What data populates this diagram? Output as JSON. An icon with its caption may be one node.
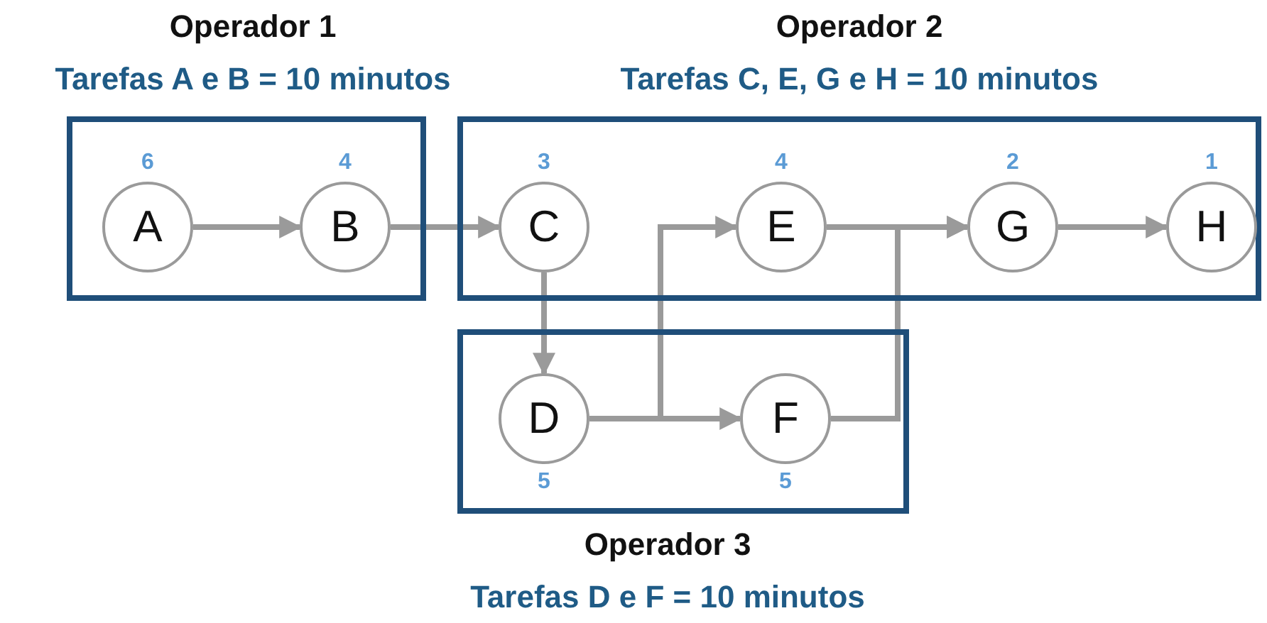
{
  "diagram": {
    "nodes": [
      {
        "text": [
          "Operador 1",
          "Tarefas A e B = 10 minutos"
        ]
      },
      {
        "text": [
          "A"
        ],
        "beside": [
          "6"
        ],
        "in": 0
      },
      {
        "text": [
          "B"
        ],
        "beside": [
          "4"
        ],
        "in": 0
      },
      {
        "text": [
          "Operador 2",
          "Tarefas C, E, G e H = 10 minutos"
        ]
      },
      {
        "text": [
          "C"
        ],
        "beside": [
          "3"
        ],
        "in": 3
      },
      {
        "text": [
          "E"
        ],
        "beside": [
          "4"
        ],
        "in": 3
      },
      {
        "text": [
          "G"
        ],
        "beside": [
          "2"
        ],
        "in": 3
      },
      {
        "text": [
          "H"
        ],
        "beside": [
          "1"
        ],
        "in": 3
      },
      {
        "text": [
          "Operador 3",
          "Tarefas D e F = 10 minutos"
        ]
      },
      {
        "text": [
          "D"
        ],
        "beside": [
          "5"
        ],
        "in": 8
      },
      {
        "text": [
          "F"
        ],
        "beside": [
          "5"
        ],
        "in": 8
      }
    ],
    "edges": [
      {
        "from": 1,
        "to": 2,
        "arrow": "to"
      },
      {
        "from": 2,
        "to": 4,
        "arrow": "to"
      },
      {
        "from": 4,
        "to": 9,
        "arrow": "to"
      },
      {
        "from": 9,
        "to": 5,
        "arrow": "to"
      },
      {
        "from": 9,
        "to": 10,
        "arrow": "to"
      },
      {
        "from": 5,
        "to": 6,
        "arrow": "to"
      },
      {
        "from": 10,
        "to": 6,
        "arrow": "to"
      },
      {
        "from": 6,
        "to": 7,
        "arrow": "to"
      }
    ]
  }
}
